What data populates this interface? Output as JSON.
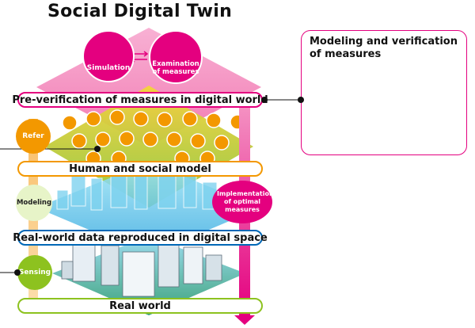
{
  "title": "Social Digital Twin",
  "top_circles": {
    "simulation": "Simulation",
    "examination": "Examination of measures"
  },
  "layers": {
    "pre_verification": "Pre-verification of measures in digital world",
    "human_social": "Human and social model",
    "real_world_data": "Real-world data reproduced in digital space",
    "real_world": "Real world"
  },
  "side_steps": {
    "refer": "Refer",
    "modeling": "Modeling",
    "sensing": "Sensing"
  },
  "implementation": "Implementation of optimal measures",
  "panel": {
    "title": "Modeling and verification of measures"
  },
  "icons": [
    "simulation-chart-icon",
    "swap-arrows-icon",
    "presentation-icon",
    "radar-chart-icon",
    "line-chart-icon",
    "scatter-chart-icon"
  ],
  "colors": {
    "accent": "#e4007f",
    "orange": "#f39800",
    "green": "#8dc21f",
    "blue": "#0068b7",
    "pink": "#e4007f"
  }
}
